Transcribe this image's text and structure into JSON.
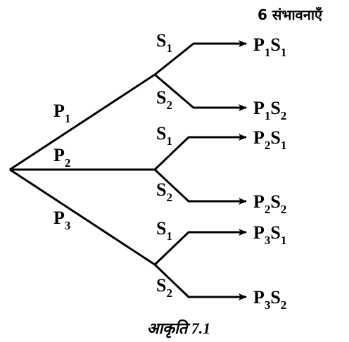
{
  "header": {
    "text": "6 संभावनाएँ"
  },
  "caption": {
    "text": "आकृति 7.1"
  },
  "first_level": [
    {
      "base": "P",
      "sub": "1"
    },
    {
      "base": "P",
      "sub": "2"
    },
    {
      "base": "P",
      "sub": "3"
    }
  ],
  "second_level": [
    {
      "base": "S",
      "sub": "1"
    },
    {
      "base": "S",
      "sub": "2"
    },
    {
      "base": "S",
      "sub": "1"
    },
    {
      "base": "S",
      "sub": "2"
    },
    {
      "base": "S",
      "sub": "1"
    },
    {
      "base": "S",
      "sub": "2"
    }
  ],
  "outcomes": [
    {
      "p": "P",
      "psub": "1",
      "s": "S",
      "ssub": "1"
    },
    {
      "p": "P",
      "psub": "1",
      "s": "S",
      "ssub": "2"
    },
    {
      "p": "P",
      "psub": "2",
      "s": "S",
      "ssub": "1"
    },
    {
      "p": "P",
      "psub": "2",
      "s": "S",
      "ssub": "2"
    },
    {
      "p": "P",
      "psub": "3",
      "s": "S",
      "ssub": "1"
    },
    {
      "p": "P",
      "psub": "3",
      "s": "S",
      "ssub": "2"
    }
  ]
}
